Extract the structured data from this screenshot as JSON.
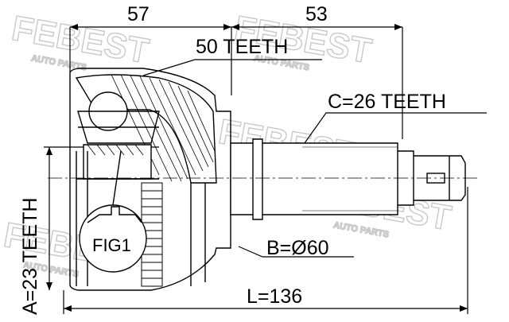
{
  "drawing": {
    "dim_top_left": "57",
    "dim_top_right": "53",
    "teeth_outer": "50 TEETH",
    "teeth_shaft": "C=26 TEETH",
    "teeth_inner": "A=23 TEETH",
    "boot_diameter": "B=Ø60",
    "total_length": "L=136",
    "detail_label": "FIG1"
  },
  "watermark": {
    "brand": "FEBEST",
    "subtitle": "AUTO PARTS"
  },
  "colors": {
    "line": "#000000",
    "watermark": "#c9c9c9"
  }
}
